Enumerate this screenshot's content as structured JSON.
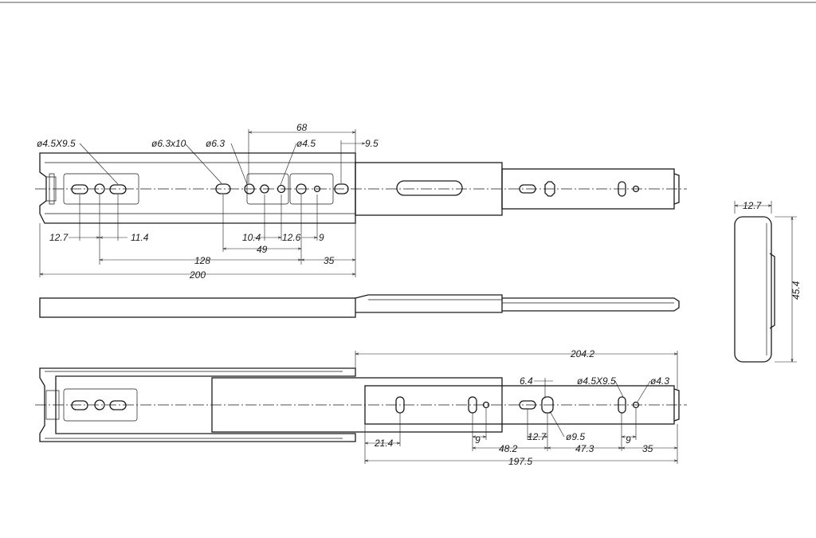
{
  "drawing": {
    "top_view": {
      "callouts": {
        "hole_slot_small": "ø4.5X9.5",
        "hole_slot_medium": "ø6.3x10",
        "hole_63": "ø6.3",
        "hole_45": "ø4.5",
        "dim_95": "9.5",
        "dim_68": "68"
      },
      "dims": {
        "d_127": "12.7",
        "d_114": "11.4",
        "d_104": "10.4",
        "d_126": "12.6",
        "d_9": "9",
        "d_49": "49",
        "d_128": "128",
        "d_35": "35",
        "d_200": "200"
      }
    },
    "end_view": {
      "dims": {
        "width": "12.7",
        "height": "45.4"
      }
    },
    "bottom_view": {
      "callouts": {
        "d_64": "6.4",
        "slot": "ø4.5X9.5",
        "hole_43": "ø4.3",
        "hole_95": "ø9.5"
      },
      "dims": {
        "d_2042": "204.2",
        "d_214": "21.4",
        "d_9a": "9",
        "d_127": "12.7",
        "d_9b": "9",
        "d_482": "48.2",
        "d_473": "47.3",
        "d_35": "35",
        "d_1975": "197.5"
      }
    }
  }
}
